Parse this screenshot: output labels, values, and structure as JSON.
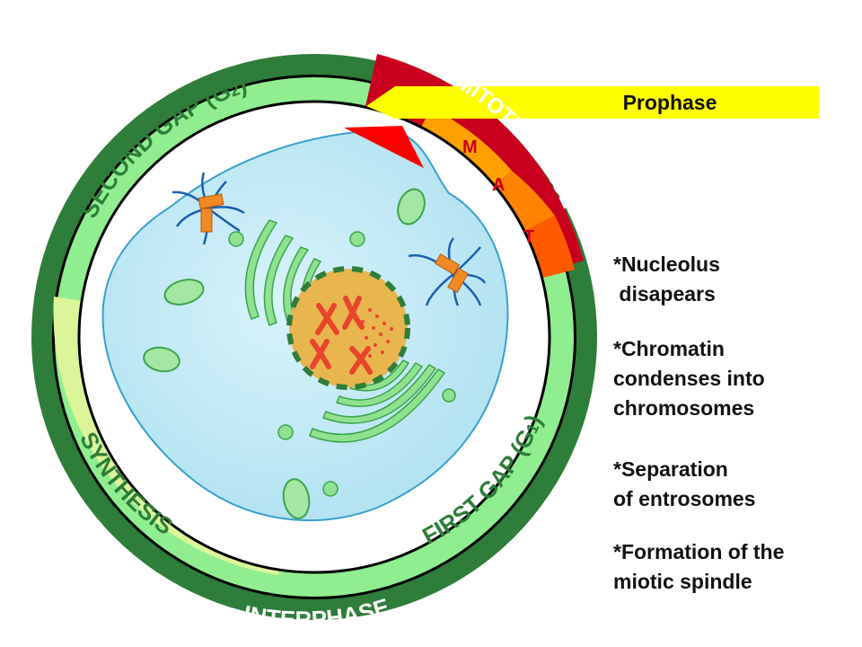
{
  "ring": {
    "interphase": "INTERPHASE",
    "second_gap": "SECOND GAP (G",
    "second_gap_sub": "2",
    "first_gap": "FIRST GAP (G",
    "first_gap_sub": "1",
    "synthesis": "SYNTHESIS",
    "mitotic_phase": "MITOTIC PHASE",
    "paren_close": ")",
    "stages": [
      "M",
      "A",
      "T"
    ]
  },
  "callout": {
    "label": "Prophase"
  },
  "notes": [
    "*Nucleolus\n disapears",
    "*Chromatin\ncondenses into\nchromosomes",
    "*Separation\nof entrosomes",
    "*Formation of the\nmiotic spindle"
  ],
  "colors": {
    "interphase": "#2e7d3a",
    "g1_g2": "#90ee90",
    "synthesis": "#dcf59b",
    "mitotic": "#c8001e",
    "stage_m": "#ffa000",
    "stage_a": "#ff8200",
    "stage_t": "#ff5a00",
    "callout": "#ffff00",
    "cytoplasm": "#bde9f5",
    "nucleus": "#e8b54f"
  }
}
